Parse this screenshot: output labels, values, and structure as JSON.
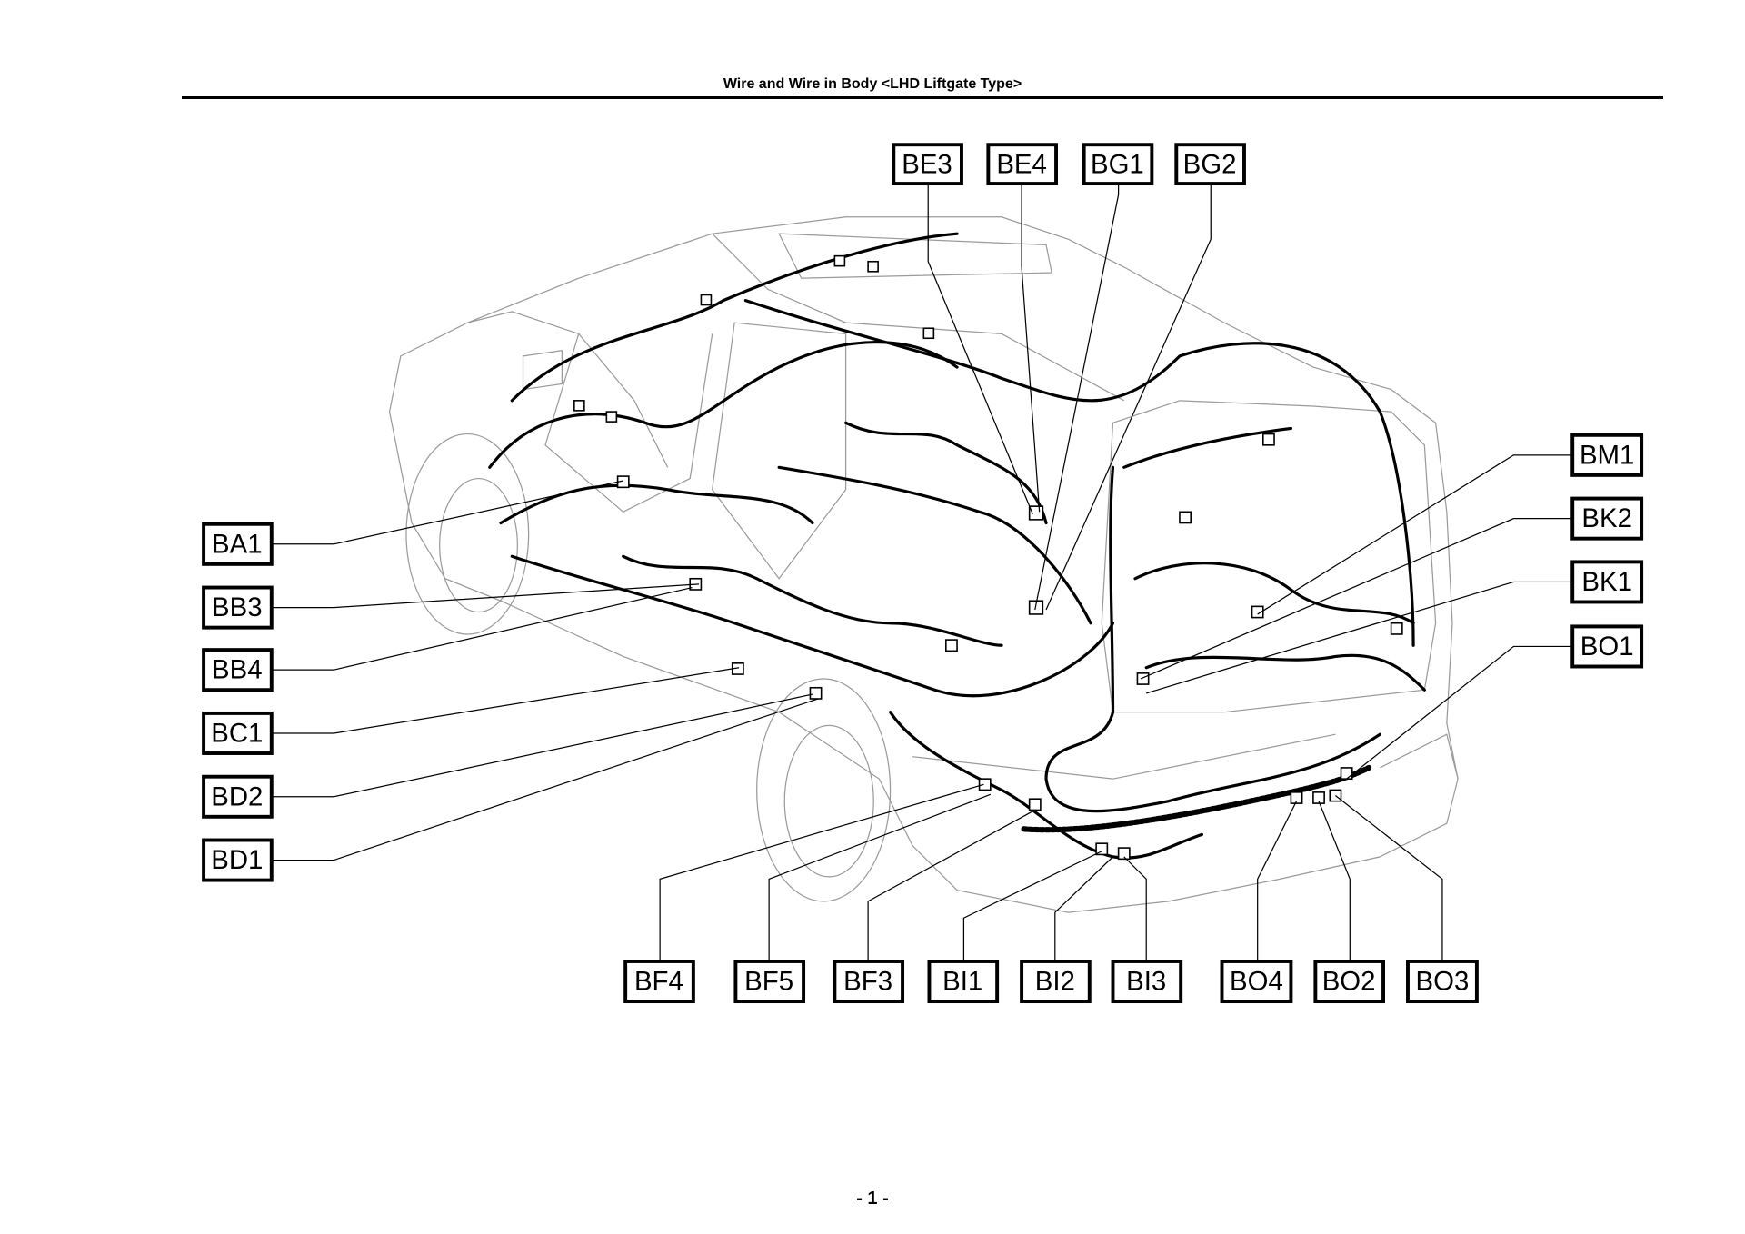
{
  "header": {
    "title": "Wire and Wire in Body <LHD Liftgate Type>"
  },
  "footer": {
    "page": "- 1 -"
  },
  "labels": {
    "top": [
      "BE3",
      "BE4",
      "BG1",
      "BG2"
    ],
    "left": [
      "BA1",
      "BB3",
      "BB4",
      "BC1",
      "BD2",
      "BD1"
    ],
    "right": [
      "BM1",
      "BK2",
      "BK1",
      "BO1"
    ],
    "bottom": [
      "BF4",
      "BF5",
      "BF3",
      "BI1",
      "BI2",
      "BI3",
      "BO4",
      "BO2",
      "BO3"
    ]
  }
}
